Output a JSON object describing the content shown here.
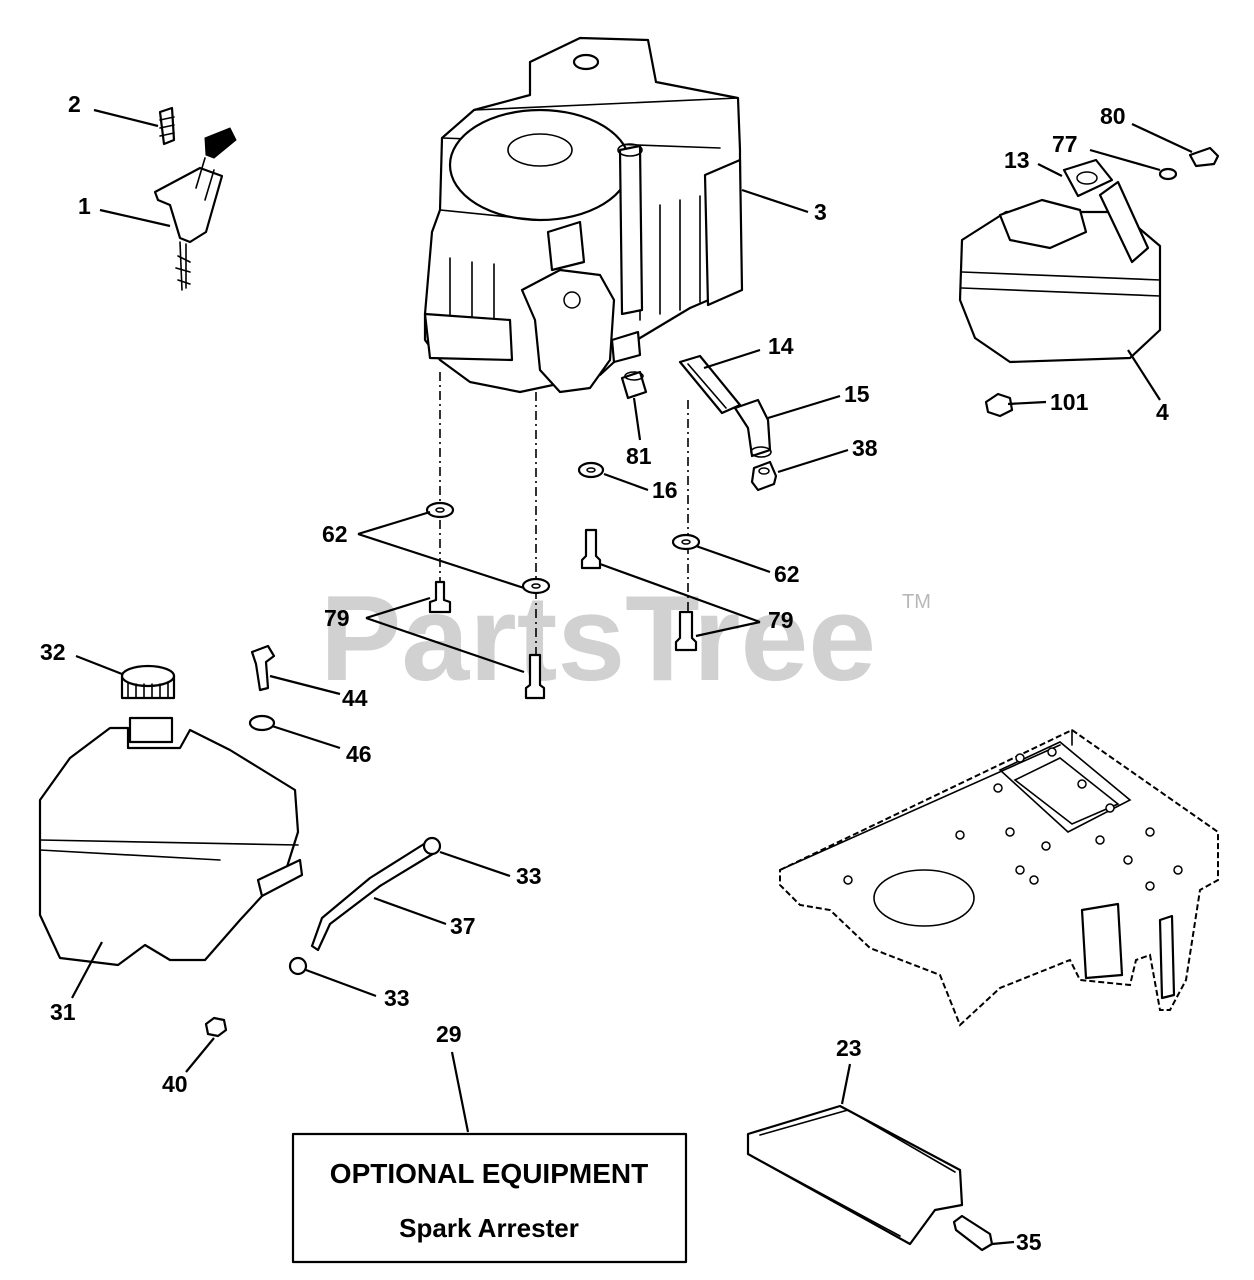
{
  "watermark": {
    "brand": "PartsTree",
    "trademark": "TM"
  },
  "note_box": {
    "title": "OPTIONAL EQUIPMENT",
    "subtitle": "Spark Arrester"
  },
  "callouts": {
    "c1": "1",
    "c2": "2",
    "c3": "3",
    "c4": "4",
    "c13": "13",
    "c14": "14",
    "c15": "15",
    "c16": "16",
    "c23": "23",
    "c29": "29",
    "c31": "31",
    "c32": "32",
    "c33a": "33",
    "c33b": "33",
    "c35": "35",
    "c37": "37",
    "c38": "38",
    "c40": "40",
    "c44": "44",
    "c46": "46",
    "c62a": "62",
    "c62b": "62",
    "c77": "77",
    "c79a": "79",
    "c79b": "79",
    "c80": "80",
    "c81": "81",
    "c101": "101"
  }
}
